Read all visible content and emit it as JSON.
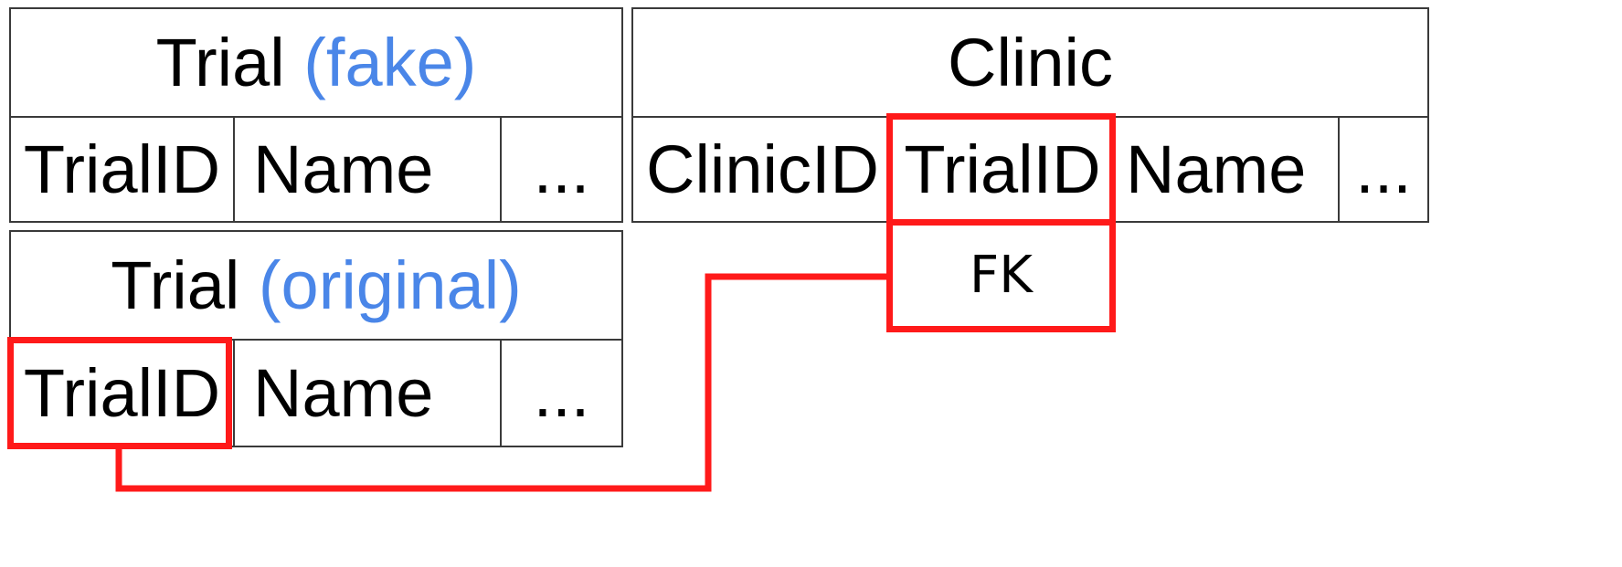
{
  "tables": {
    "trial_fake": {
      "name": "Trial",
      "variant": "(fake)",
      "columns": [
        "TrialID",
        "Name",
        "..."
      ]
    },
    "trial_original": {
      "name": "Trial",
      "variant": "(original)",
      "columns": [
        "TrialID",
        "Name",
        "..."
      ]
    },
    "clinic": {
      "name": "Clinic",
      "columns": [
        "ClinicID",
        "TrialID",
        "Name",
        "..."
      ]
    }
  },
  "foreign_key": {
    "label": "FK"
  },
  "colors": {
    "highlight_text": "#4a86e8",
    "key_highlight": "#ff1a1a",
    "border": "#3a3a3a"
  }
}
